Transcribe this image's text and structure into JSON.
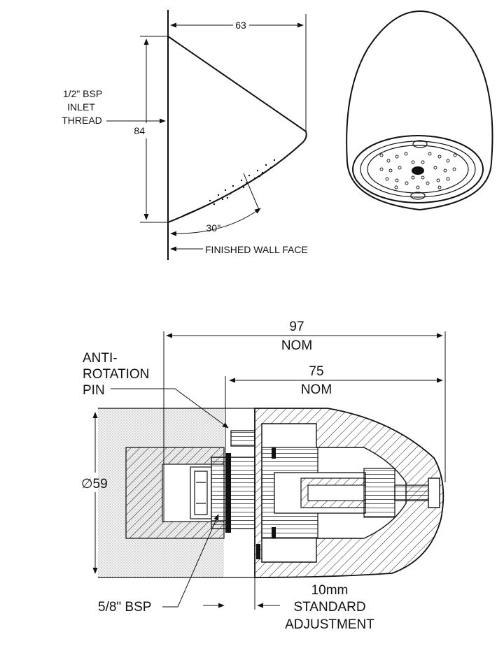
{
  "top_view": {
    "dim_width": "63",
    "dim_height": "84",
    "inlet_line1": "1/2\" BSP",
    "inlet_line2": "INLET",
    "inlet_line3": "THREAD",
    "angle": "30°",
    "wall_face": "FINISHED WALL FACE"
  },
  "section_view": {
    "dim_overall_value": "97",
    "dim_overall_unit": "NOM",
    "dim_inner_value": "75",
    "dim_inner_unit": "NOM",
    "pin_line1": "ANTI-",
    "pin_line2": "ROTATION",
    "pin_line3": "PIN",
    "diameter": "∅59",
    "thread": "5/8\" BSP",
    "adjust_line1": "10mm",
    "adjust_line2": "STANDARD",
    "adjust_line3": "ADJUSTMENT"
  }
}
